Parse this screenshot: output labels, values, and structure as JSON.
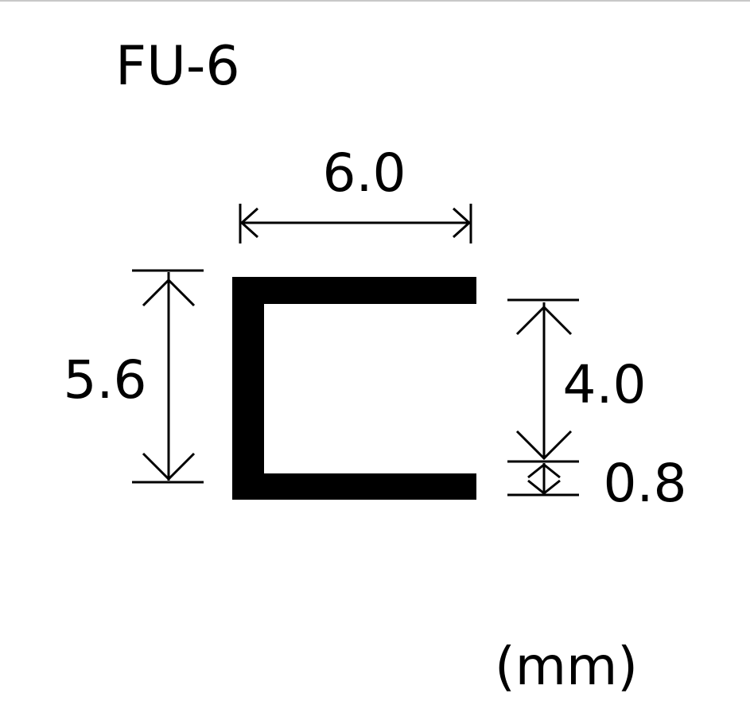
{
  "part_name": "FU-6",
  "units": "(mm)",
  "dimensions": {
    "width": "6.0",
    "height": "5.6",
    "inner_height": "4.0",
    "thickness": "0.8"
  },
  "colors": {
    "profile": "#000000",
    "background": "#ffffff",
    "top_rule": "#c8c8c8"
  }
}
